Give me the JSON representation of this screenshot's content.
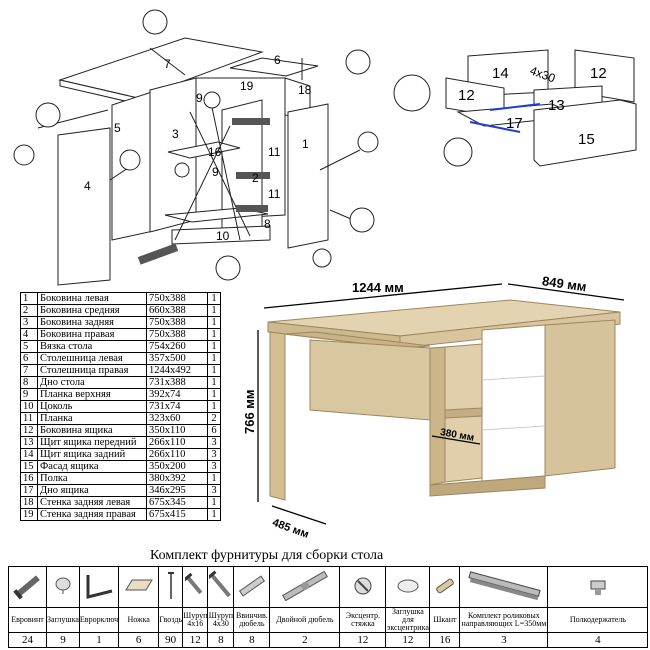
{
  "drawing_labels": {
    "exploded_numbers": [
      "7",
      "6",
      "19",
      "18",
      "5",
      "3",
      "16",
      "1",
      "11",
      "2",
      "11",
      "8",
      "4",
      "10",
      "9",
      "9"
    ],
    "drawer_numbers": [
      "14",
      "12",
      "12",
      "4x30",
      "13",
      "17",
      "15"
    ]
  },
  "dimensions": {
    "width": "1244 мм",
    "depth_right": "849 мм",
    "height": "766 мм",
    "depth_left": "485 мм",
    "shelf_depth": "380 мм"
  },
  "parts": [
    {
      "n": "1",
      "name": "Боковина левая",
      "size": "750x388",
      "qty": "1"
    },
    {
      "n": "2",
      "name": "Боковина средняя",
      "size": "660x388",
      "qty": "1"
    },
    {
      "n": "3",
      "name": "Боковина задняя",
      "size": "750x388",
      "qty": "1"
    },
    {
      "n": "4",
      "name": "Боковина правая",
      "size": "750x388",
      "qty": "1"
    },
    {
      "n": "5",
      "name": "Вязка стола",
      "size": "754x260",
      "qty": "1"
    },
    {
      "n": "6",
      "name": "Столешница левая",
      "size": "357x500",
      "qty": "1"
    },
    {
      "n": "7",
      "name": "Столешница правая",
      "size": "1244x492",
      "qty": "1"
    },
    {
      "n": "8",
      "name": "Дно стола",
      "size": "731x388",
      "qty": "1"
    },
    {
      "n": "9",
      "name": "Планка верхняя",
      "size": "392x74",
      "qty": "1"
    },
    {
      "n": "10",
      "name": "Цоколь",
      "size": "731x74",
      "qty": "1"
    },
    {
      "n": "11",
      "name": "Планка",
      "size": "323x60",
      "qty": "2"
    },
    {
      "n": "12",
      "name": "Боковина ящика",
      "size": "350x110",
      "qty": "6"
    },
    {
      "n": "13",
      "name": "Щит ящика передний",
      "size": "266x110",
      "qty": "3"
    },
    {
      "n": "14",
      "name": "Щит ящика задний",
      "size": "266x110",
      "qty": "3"
    },
    {
      "n": "15",
      "name": "Фасад ящика",
      "size": "350x200",
      "qty": "3"
    },
    {
      "n": "16",
      "name": "Полка",
      "size": "380x392",
      "qty": "1"
    },
    {
      "n": "17",
      "name": "Дно ящика",
      "size": "346x295",
      "qty": "3"
    },
    {
      "n": "18",
      "name": "Стенка задняя левая",
      "size": "675x345",
      "qty": "1"
    },
    {
      "n": "19",
      "name": "Стенка задняя правая",
      "size": "675x415",
      "qty": "1"
    }
  ],
  "hardware_title": "Комплект фурнитуры для сборки стола",
  "hardware": [
    {
      "name": "Евровинт",
      "qty": "24",
      "icon": "euroscrew-icon"
    },
    {
      "name": "Заглушка",
      "qty": "9",
      "icon": "cap-icon"
    },
    {
      "name": "Еврорключ",
      "qty": "1",
      "icon": "hex-key-icon"
    },
    {
      "name": "Ножка",
      "qty": "6",
      "icon": "foot-icon"
    },
    {
      "name": "Гвоздь",
      "qty": "90",
      "icon": "nail-icon"
    },
    {
      "name": "Шуруп 4x16",
      "qty": "12",
      "icon": "screw-short-icon"
    },
    {
      "name": "Шуруп 4x30",
      "qty": "8",
      "icon": "screw-long-icon"
    },
    {
      "name": "Ввинчив. дюбель",
      "qty": "8",
      "icon": "screw-dowel-icon"
    },
    {
      "name": "Двойной дюбель",
      "qty": "2",
      "icon": "double-dowel-icon"
    },
    {
      "name": "Эксцентр. стяжка",
      "qty": "12",
      "icon": "cam-lock-icon"
    },
    {
      "name": "Заглушка для эксцентрика",
      "qty": "12",
      "icon": "cam-cap-icon"
    },
    {
      "name": "Шкант",
      "qty": "16",
      "icon": "dowel-icon"
    },
    {
      "name": "Комплект роликовых направляющих L=350мм",
      "qty": "3",
      "icon": "drawer-slide-icon"
    },
    {
      "name": "Полкодержатель",
      "qty": "4",
      "icon": "shelf-support-icon"
    }
  ]
}
